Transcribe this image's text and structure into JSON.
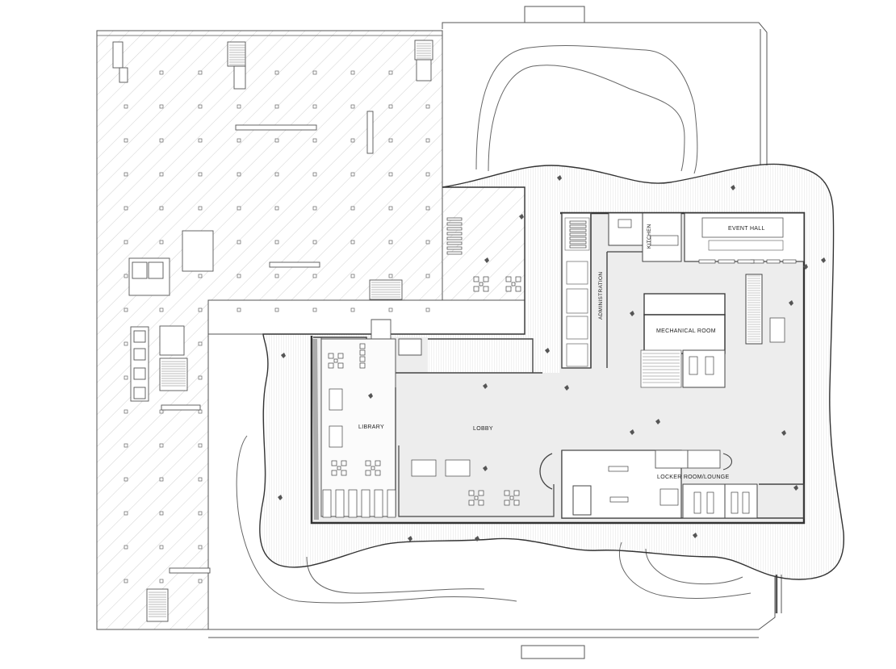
{
  "plan": {
    "rooms": {
      "event_hall": "EVENT HALL",
      "kitchen": "KITCHEN",
      "administration": "ADMINISTRATION",
      "mechanical_room": "MECHANICAL ROOM",
      "library": "LIBRARY",
      "lobby": "LOBBY",
      "locker_room": "LOCKER ROOM/LOUNGE"
    }
  }
}
